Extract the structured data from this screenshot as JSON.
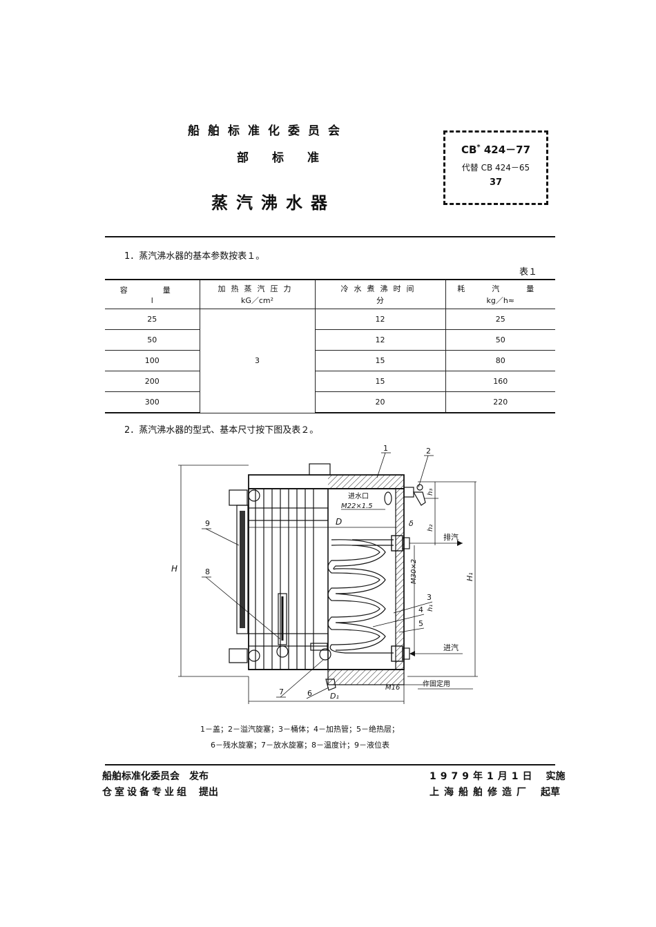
{
  "header": {
    "committee": "船舶标准化委员会",
    "standard_level": "部标准",
    "title": "蒸汽沸水器",
    "code_main": "CB",
    "code_star": "*",
    "code_num": "424－77",
    "replaces": "代替 CB 424－65",
    "sheet_no": "37"
  },
  "section1": {
    "text": "1．蒸汽沸水器的基本参数按表１。",
    "table_label": "表１",
    "table": {
      "headers": [
        {
          "name": "容　量",
          "unit": "l"
        },
        {
          "name": "加热蒸汽压力",
          "unit": "kG／cm²"
        },
        {
          "name": "冷水煮沸时间",
          "unit": "分"
        },
        {
          "name": "耗　汽　量",
          "unit": "kg／h≈"
        }
      ],
      "pressure": "3",
      "rows": [
        {
          "capacity": "25",
          "time": "12",
          "steam": "25"
        },
        {
          "capacity": "50",
          "time": "12",
          "steam": "50"
        },
        {
          "capacity": "100",
          "time": "15",
          "steam": "80"
        },
        {
          "capacity": "200",
          "time": "15",
          "steam": "160"
        },
        {
          "capacity": "300",
          "time": "20",
          "steam": "220"
        }
      ]
    }
  },
  "section2": {
    "text": "2．蒸汽沸水器的型式、基本尺寸按下图及表２。"
  },
  "drawing": {
    "callouts": [
      "1",
      "2",
      "3",
      "4",
      "5",
      "6",
      "7",
      "8",
      "9"
    ],
    "inlet_label": "进水口",
    "inlet_thread": "M22×1.5",
    "dim_D": "D",
    "dim_D1": "D₁",
    "dim_H": "H",
    "dim_H1": "H₁",
    "dim_h1": "h₁",
    "dim_h2": "h₂",
    "dim_h3": "h₃",
    "dim_delta": "δ",
    "thread_steam": "M30×2",
    "thread_bolt": "M16",
    "steam_out": "排汽",
    "steam_in": "进汽",
    "fixing_note": "作固定用"
  },
  "legend": {
    "line1": "1－盖；2－溢汽旋塞；3－桶体；4－加热管；5－绝热层；",
    "line2": "6－残水旋塞；7－放水旋塞；8－温度计；9－液位表"
  },
  "footer": {
    "publisher": "船舶标准化委员会",
    "publish_action": "发布",
    "proposer": "仓室设备专业组",
    "propose_action": "提出",
    "date": "1979年1月1日",
    "date_action": "实施",
    "drafter": "上海船舶修造厂",
    "draft_action": "起草"
  }
}
